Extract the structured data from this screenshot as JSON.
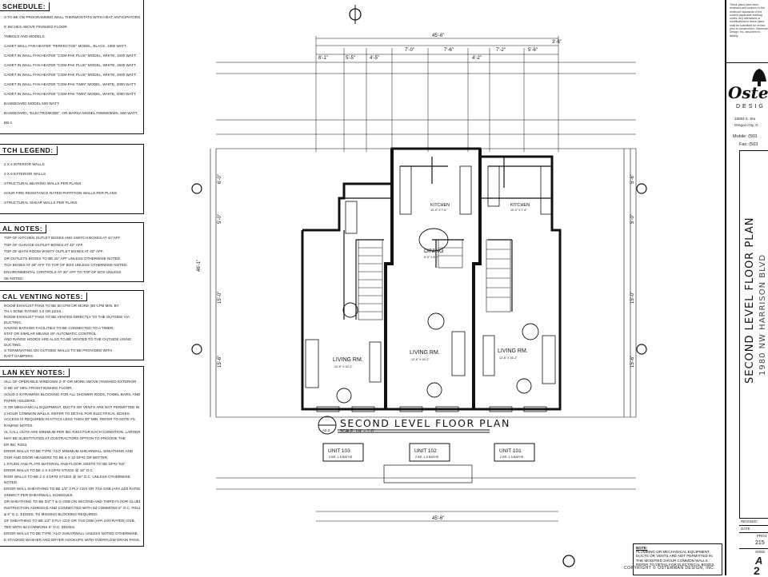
{
  "notes": {
    "schedule": {
      "title": "SCHEDULE:",
      "lines": [
        "S TO BE ON PROGRAMMED WALL THERMOSTATS WITH HEAT ANTICIPATORS",
        "5' INCHES ABOVE FINISHED FLOOR.",
        "YMBOLS AND MODELS:",
        "CADET WALL FAN HEATER \"PERFECTOE\" MODEL, BLACK, 1000 WATT.",
        "CADET IN WALL FAN HEATER \"COM-PAK PLUS\" MODEL, WHITE, 1000 WATT.",
        "CADET IN WALL FAN HEATER \"COM-PAK PLUS\" MODEL, WHITE, 1500 WATT.",
        "CADET IN WALL FAN HEATER \"COM-PAK PLUS\" MODEL, WHITE, 2000 WATT.",
        "CADET IN WALL FAN HEATER \"COM-PAK TWIN\" MODEL, WHITE, 3000 WATT.",
        "CADET IN WALL FAN HEATER \"COM-PAK TWIN\" MODEL, WHITE, 4000 WATT.",
        "BASEBOARD MODEL 500 WATT.",
        "BASEBOARD, \"ELECTROMODE\", OR MARSA MODEL F8W5005WS, 500 WATT,",
        "BB-1"
      ]
    },
    "hatch": {
      "title": "TCH LEGEND:",
      "lines": [
        "2 X 4 INTERIOR WALLS",
        "2 X 6 EXTERIOR WALLS",
        "STRUCTURAL BEARING WALLS PER PLANS",
        "HOUR FIRE RESISTANCE RATED PARTITION WALLS PER PLANS",
        "STRUCTURAL SHEAR WALLS PER PLANS"
      ]
    },
    "electrical": {
      "title": "AL NOTES:",
      "lines": [
        "TOP OF KITCHEN OUTLET BOXES AND SWITCH BOXES AT 44\"AFF.",
        "TOP OF GARAGE OUTLET BOXES AT 42\" AFF.",
        "TOP OF BATH ROOM VANITY OUTLET BOXES AT 42\" AFF.",
        "OR OUTLETS BOXES TO BE 15\" AFF UNLESS OTHERWISE NOTED.",
        "TCH BOXES AT 48\" AFF TO TOP OF BOX UNLESS OTHERWISE NOTED.",
        "ENVIRONMENTAL CONTROLS AT 36\" AFF TO TOP OF BOX UNLESS",
        "SE NOTED."
      ]
    },
    "venting": {
      "title": "CAL VENTING NOTES:",
      "lines": [
        "ROOM EXHAUST FANS TO BE 50 CFM OR MORE (80 CFM MIN. BY",
        "TH A SONE RATING 1.0 OR LESS.",
        "ROOM EXHAUST FANS TO BE VENTED DIRECTLY TO THE OUTSIDE VIA",
        "DUCTING.",
        "HAVING BATHING FACILITIES TO BE CONNECTED TO A TIMER,",
        "STAT OR SIMILAR MEANS OF AUTOMATIC CONTROL.",
        "AND RANGE HOODS ARE ALSO TO BE VENTED TO THE OUTSIDE USING",
        "DUCTING.",
        "S TERMINATING ON OUTSIDE WALLS TO BE PROVIDED WITH",
        "RAFT DAMPERS."
      ]
    },
    "plan_key": {
      "title": "LAN KEY NOTES:",
      "lines": [
        "SILL OF OPERABLE WINDOWS 2'-0\" OR MORE ABOVE FINISHED EXTERIOR",
        "O BE 24\" MIN. FROM FINISHED FLOOR.",
        "SOLID 2 X FRAMING BLOCKING FOR ALL SHOWER RODS, TOWEL BARS, AND",
        "PAPER HOLDERS.",
        "G OR MECHANICAL EQUIPMENT, DUCTS OR VENTS ARE NOT PERMITTED IN",
        "2 HOUR COMMON WALLS. REFER TO DETAIL FOR ELECTRICAL BOXES.",
        "ACCESS IS REQUIRED IN ATTICS LESS THEN 30\" MIN. REFER TO NOTE F5",
        "RAMING NOTES.",
        "AL CALL OUTS ARE MINIMUM PER IBC R3S3 FOR EACH CONDITION. LARGER",
        "MAY BE SUBSTITUTED AT CONTRACTORS OPTION TO PROVIDE THE",
        "ER IBC R3S3.",
        "ERIOR WALLS TO BE TYPE 'A1O' MINIMUM SHEARWALL SHEATHING AND",
        "OOR AND DOOR HEADERS TO BE 4 X 10 DF#2 OR BETTER.",
        "L STUDS AND PLATE MATERIAL AND FLOOR JOISTS TO BE DF#2 'KD'.",
        "ERIOR WALLS TO BE 2 X 6 DF#2 STUDS @ 16\" O.C.",
        "RIOR WALLS TO BE 2 X 4 DF#2 STUDS @ 16\" O.C. UNLESS OTHERWISE",
        "NOTED.",
        "ERIOR WALL SHEATHING TO BE 1/2\" 3 PLY CDX OR 7/16 OSB (APA 24/0 RATED)",
        "ONNECT PER SHEARWALL SCHEDULE.",
        "OR SHEATHING TO BE 3/4\" T & G OSB ON SECOND AND THIRD FLOOR GLUED",
        "INSTRUCTION ADHESIVE AND CONNECTED WITH 8d COMMONS 6\" O.C. FIELD",
        "& 6\" O.C. EDGES. TO MISSING BLOCKING REQUIRED.",
        "OF SHEATHING TO BE 1/2\" 3 PLY CDX OR 7/16 OSB (APA 24/0 RATED) OSB,",
        "TED WITH 8d COMMONS 6\" O.C. EDGES.",
        "ERIOR WALLS TO BE TYPE 'A1O' SHEARWALL UNLESS NOTED OTHERWISE.",
        "E STACKED WASHER AND DRYER HOOKUPS WITH OVERFLOW DRAIN PANS."
      ]
    }
  },
  "plan": {
    "title": "SECOND LEVEL FLOOR PLAN",
    "scale": "SCALE: 1/4\" = 1'-0\"",
    "detail_ref": "A2.2",
    "overall_dim_top": "45'-6\"",
    "overall_dim_bottom": "45'-6\"",
    "dim_left_total": "46'-1\"",
    "rooms": [
      {
        "label": "LIVING RM.",
        "sub": "12'-6\" X 16'-2\""
      },
      {
        "label": "LIVING RM.",
        "sub": "12'-6\" X 16'-2\""
      },
      {
        "label": "LIVING RM.",
        "sub": "12'-6\" X 16'-2\""
      },
      {
        "label": "DINING",
        "sub": "9'-0\" X 8'-7\""
      },
      {
        "label": "KITCHEN",
        "sub": "10'-0\" X 7'-6\""
      },
      {
        "label": "KITCHEN",
        "sub": "10'-0\" X 7'-6\""
      }
    ],
    "units": [
      {
        "label": "UNIT 103",
        "sub": "2 BR, 1.5 BATHS"
      },
      {
        "label": "UNIT 102",
        "sub": "2 BR, 1.5 BATHS"
      },
      {
        "label": "UNIT 101",
        "sub": "2 BR, 1.5 BATHS"
      }
    ],
    "top_dims": [
      "6'-1\"",
      "5'-5\"",
      "4'-5\"",
      "7'-0\"",
      "7'-6\"",
      "4'-2\"",
      "7'-2\"",
      "5'-6\"",
      "3'-6\""
    ],
    "left_dims": [
      "6'-0\"",
      "5'-0\"",
      "15'-0\"",
      "15'-6\""
    ],
    "right_dims": [
      "5'-6\"",
      "5'-0\"",
      "15'-0\"",
      "15'-6\""
    ]
  },
  "bottom_note": {
    "title": "NOTE:",
    "text": "PLUMBING OR MECHANICAL EQUIPMENT, DUCTS OR VENTS ARE NOT PERMITTED IN THE MODIFIED 2HOUR COMMON WALLS. REFER TO DETAIL FOR ELECTRICAL BOXES."
  },
  "copyright": "COPYRIGHT © OSTERMAN DESIGN, INC.",
  "title_block": {
    "logo": "Osterm",
    "logo_sub": "DESIG",
    "address": "18083 S. Sta",
    "city": "Oregon City, O",
    "mobile": "Mobile: (503",
    "fax": "Fax: (503",
    "sheet_title": "SECOND LEVEL FLOOR PLAN",
    "address_vertical": "1980 NW HARRISON BLVD",
    "labels": {
      "revised": "REVISED:",
      "date": "DATE",
      "proj": "PROJ",
      "proj_no": "215",
      "sheet": "SHEE",
      "sheet_letter": "A",
      "sheet_no": "2"
    },
    "notes_text": "These plans have been reviewed and conform to the minimum standards of the current applicable building codes. Any alterations or modifications to these plans shall be submitted for review prior to construction. Osterman Design, Inc. assumes no liability."
  }
}
